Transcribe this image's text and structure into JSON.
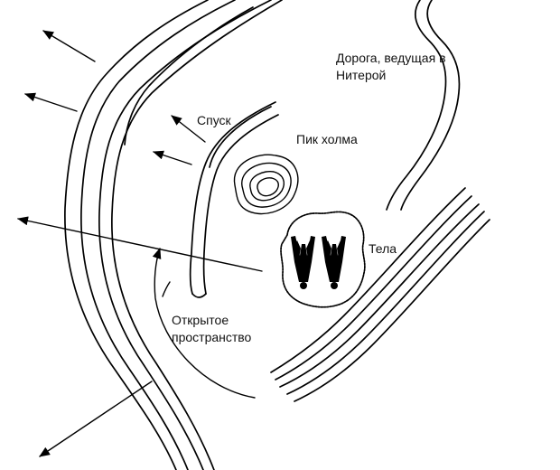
{
  "labels": {
    "descent": "Спуск",
    "hill_peak": "Пик холма",
    "road": "Дорога, ведущая в\nНитерой",
    "bodies": "Тела",
    "open_space": "Открытое\nпространство"
  },
  "colors": {
    "ink": "#000000",
    "paper": "#ffffff"
  }
}
